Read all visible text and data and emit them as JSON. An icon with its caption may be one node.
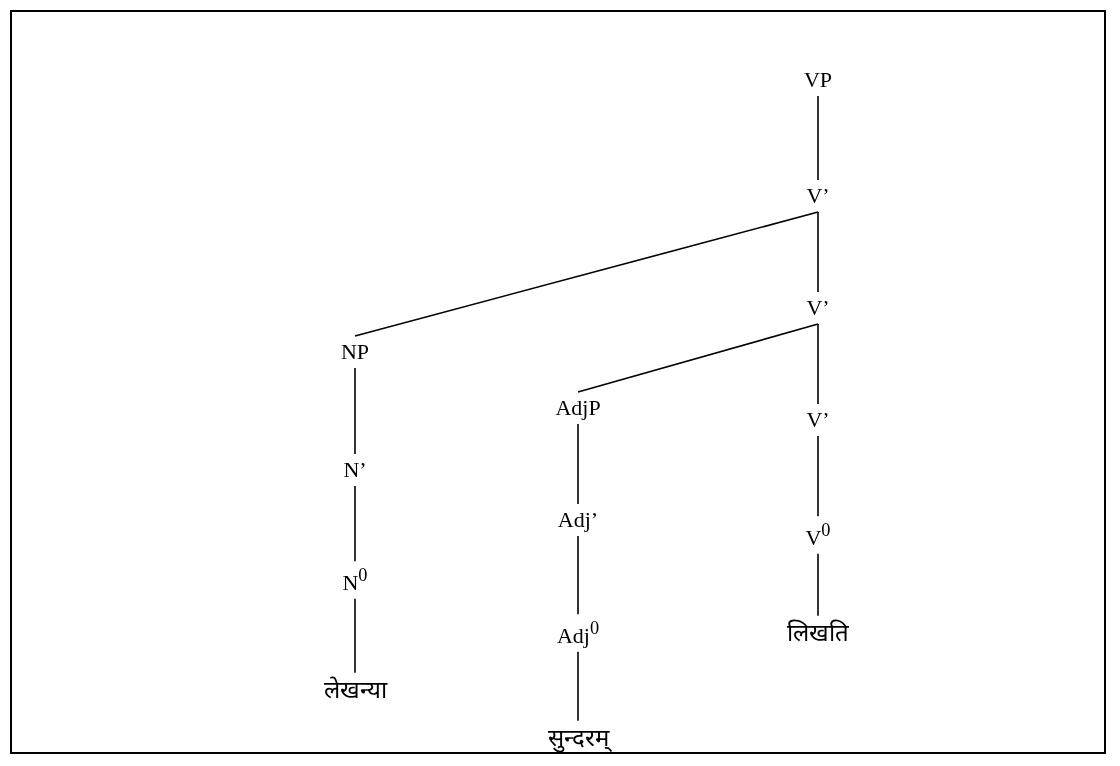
{
  "diagram": {
    "nodes": [
      {
        "text": [
          "VP"
        ]
      },
      {
        "text": [
          "V’"
        ]
      },
      {
        "text": [
          "V’"
        ]
      },
      {
        "text": [
          "NP"
        ]
      },
      {
        "text": [
          "AdjP"
        ]
      },
      {
        "text": [
          "V’"
        ]
      },
      {
        "text": [
          "N’"
        ]
      },
      {
        "text": [
          "Adj’"
        ]
      },
      {
        "text": [
          "V$^{0}$"
        ]
      },
      {
        "text": [
          "N$^{0}$"
        ]
      },
      {
        "text": [
          "Adj$^{0}$"
        ]
      },
      {
        "text": [
          "लिखति"
        ]
      },
      {
        "text": [
          "लेखन्या"
        ]
      },
      {
        "text": [
          "सुन्दरम्"
        ]
      }
    ],
    "edges": [
      {
        "from": 0,
        "to": 1,
        "arrow": "none"
      },
      {
        "from": 1,
        "to": 3,
        "arrow": "none"
      },
      {
        "from": 1,
        "to": 2,
        "arrow": "none"
      },
      {
        "from": 2,
        "to": 4,
        "arrow": "none"
      },
      {
        "from": 2,
        "to": 5,
        "arrow": "none"
      },
      {
        "from": 3,
        "to": 6,
        "arrow": "none"
      },
      {
        "from": 6,
        "to": 9,
        "arrow": "none"
      },
      {
        "from": 9,
        "to": 12,
        "arrow": "none"
      },
      {
        "from": 4,
        "to": 7,
        "arrow": "none"
      },
      {
        "from": 7,
        "to": 10,
        "arrow": "none"
      },
      {
        "from": 10,
        "to": 13,
        "arrow": "none"
      },
      {
        "from": 5,
        "to": 8,
        "arrow": "none"
      },
      {
        "from": 8,
        "to": 11,
        "arrow": "none"
      }
    ]
  }
}
